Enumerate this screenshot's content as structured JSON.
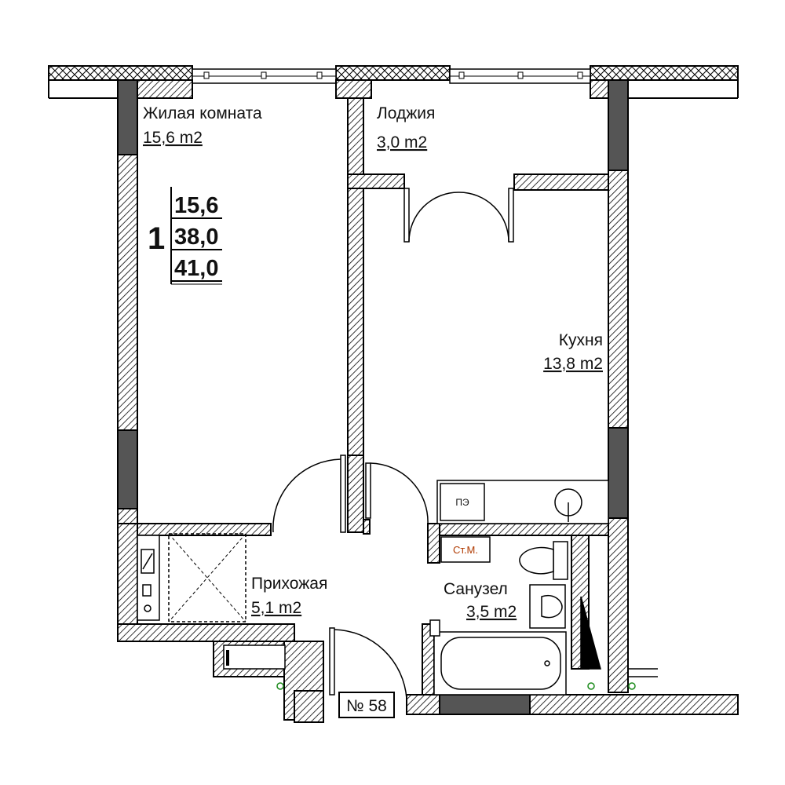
{
  "rooms": {
    "living": {
      "name": "Жилая комната",
      "area": "15,6 m2"
    },
    "loggia": {
      "name": "Лоджия",
      "area": "3,0 m2"
    },
    "kitchen": {
      "name": "Кухня",
      "area": "13,8 m2"
    },
    "hall": {
      "name": "Прихожая",
      "area": "5,1 m2"
    },
    "bathroom": {
      "name": "Санузел",
      "area": "3,5 m2"
    }
  },
  "summary": {
    "rooms_count": "1",
    "living_area": "15,6",
    "total_area": "38,0",
    "total_with_loggia": "41,0"
  },
  "fixtures": {
    "stove_label": "ПЭ",
    "stack_label": "Ст.М."
  },
  "apartment_number": "№ 58",
  "colors": {
    "wall": "#000000",
    "column": "#555555",
    "stack_text": "#b03a00",
    "sensor": "#1a8a1a"
  }
}
